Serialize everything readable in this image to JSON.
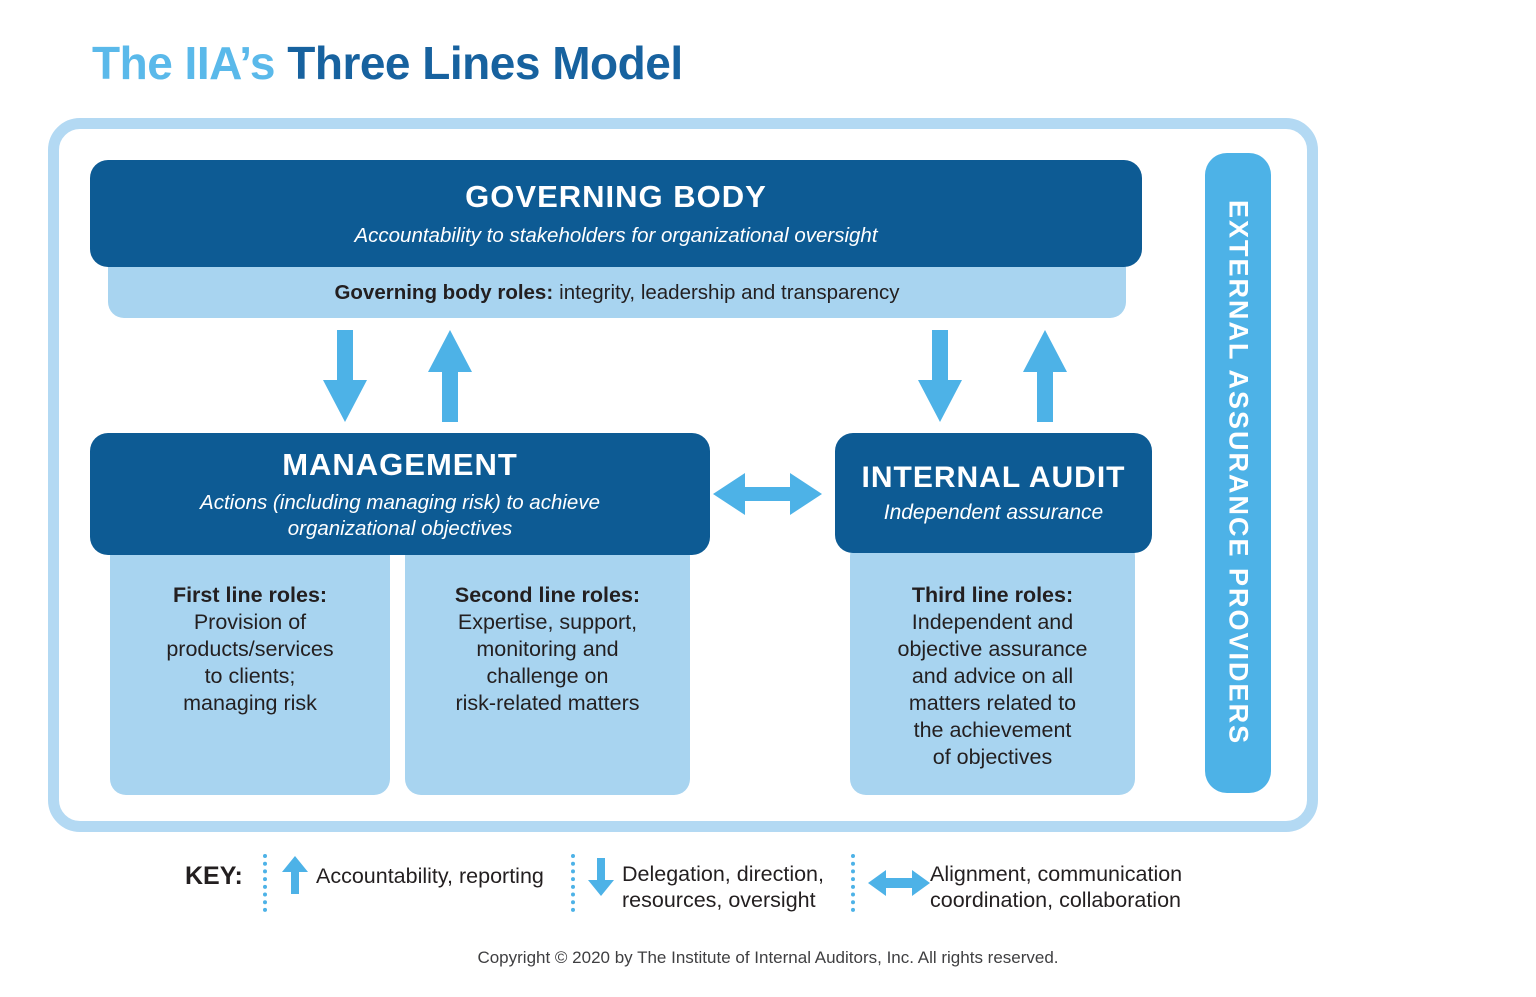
{
  "title": {
    "prefix": "The IIA’s",
    "main": "Three Lines Model"
  },
  "diagram": {
    "governing_body": {
      "title": "GOVERNING BODY",
      "subtitle": "Accountability to stakeholders for organizational oversight",
      "roles_label": "Governing body roles:",
      "roles_text": "integrity, leadership and transparency"
    },
    "management": {
      "title": "MANAGEMENT",
      "subtitle": "Actions (including managing risk) to achieve\norganizational objectives"
    },
    "internal_audit": {
      "title": "INTERNAL AUDIT",
      "subtitle": "Independent assurance"
    },
    "first_line_roles": {
      "heading": "First line roles:",
      "body": "Provision of\nproducts/services\nto clients;\nmanaging risk"
    },
    "second_line_roles": {
      "heading": "Second line roles:",
      "body": "Expertise, support,\nmonitoring and\nchallenge on\nrisk-related matters"
    },
    "third_line_roles": {
      "heading": "Third line roles:",
      "body": "Independent and\nobjective assurance\nand advice on all\nmatters related to\nthe achievement\nof objectives"
    },
    "external_bar": "EXTERNAL ASSURANCE PROVIDERS"
  },
  "key": {
    "label": "KEY:",
    "items": [
      {
        "icon": "up-arrow",
        "text": "Accountability, reporting"
      },
      {
        "icon": "down-arrow",
        "text": "Delegation, direction,\nresources, oversight"
      },
      {
        "icon": "double-arrow",
        "text": "Alignment, communication\ncoordination, collaboration"
      }
    ]
  },
  "copyright": "Copyright © 2020 by The Institute of Internal Auditors, Inc. All rights reserved.",
  "colors": {
    "dark_blue": "#0d5b94",
    "light_blue": "#a8d4f0",
    "accent_blue": "#4db2e7",
    "title_light": "#5ab9ea",
    "title_dark": "#17629f",
    "border_blue": "#b3d9f3",
    "text_dark": "#231f20"
  }
}
